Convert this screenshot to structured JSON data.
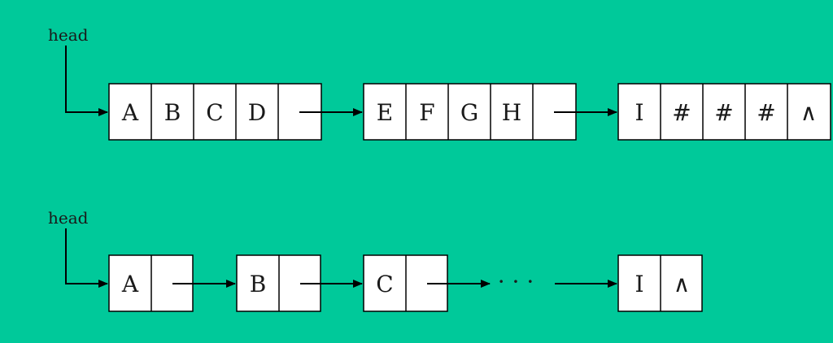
{
  "colors": {
    "background": "#00C99A",
    "cell_fill": "#FFFFFF",
    "line": "#000000"
  },
  "diagram_top": {
    "head_label": "head",
    "nodes": [
      {
        "cells": [
          "A",
          "B",
          "C",
          "D",
          ""
        ]
      },
      {
        "cells": [
          "E",
          "F",
          "G",
          "H",
          ""
        ]
      },
      {
        "cells": [
          "I",
          "#",
          "#",
          "#",
          "∧"
        ]
      }
    ]
  },
  "diagram_bottom": {
    "head_label": "head",
    "nodes": [
      {
        "cells": [
          "A",
          ""
        ]
      },
      {
        "cells": [
          "B",
          ""
        ]
      },
      {
        "cells": [
          "C",
          ""
        ]
      },
      {
        "cells": [
          "I",
          "∧"
        ]
      }
    ],
    "ellipsis": "· · ·"
  }
}
